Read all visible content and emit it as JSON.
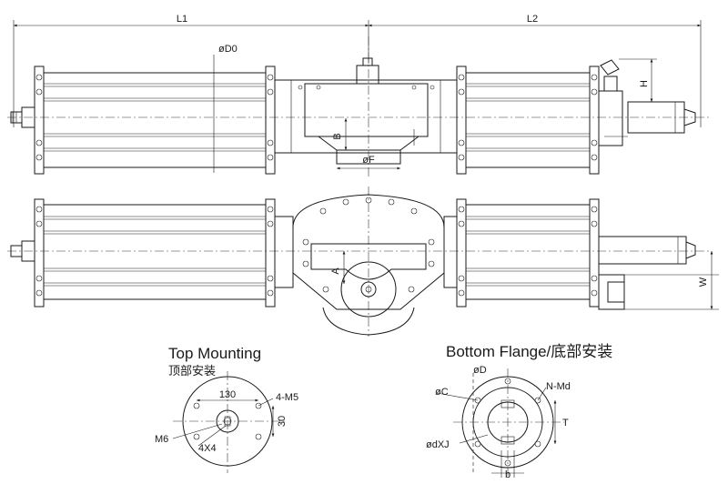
{
  "dimensions": {
    "l1": "L1",
    "l2": "L2",
    "d0": "øD0",
    "b_upper": "B",
    "f": "øF",
    "h": "H",
    "a": "A",
    "w": "W"
  },
  "top_mounting": {
    "title": "Top Mounting",
    "title_cn": "顶部安装",
    "dim_130": "130",
    "dim_30": "30",
    "bolt": "4-M5",
    "thread": "M6",
    "slot": "4X4"
  },
  "bottom_flange": {
    "title": "Bottom Flange/底部安装",
    "d": "øD",
    "c": "øC",
    "nmd": "N-Md",
    "t": "T",
    "dxj": "ødXJ",
    "b": "b"
  }
}
